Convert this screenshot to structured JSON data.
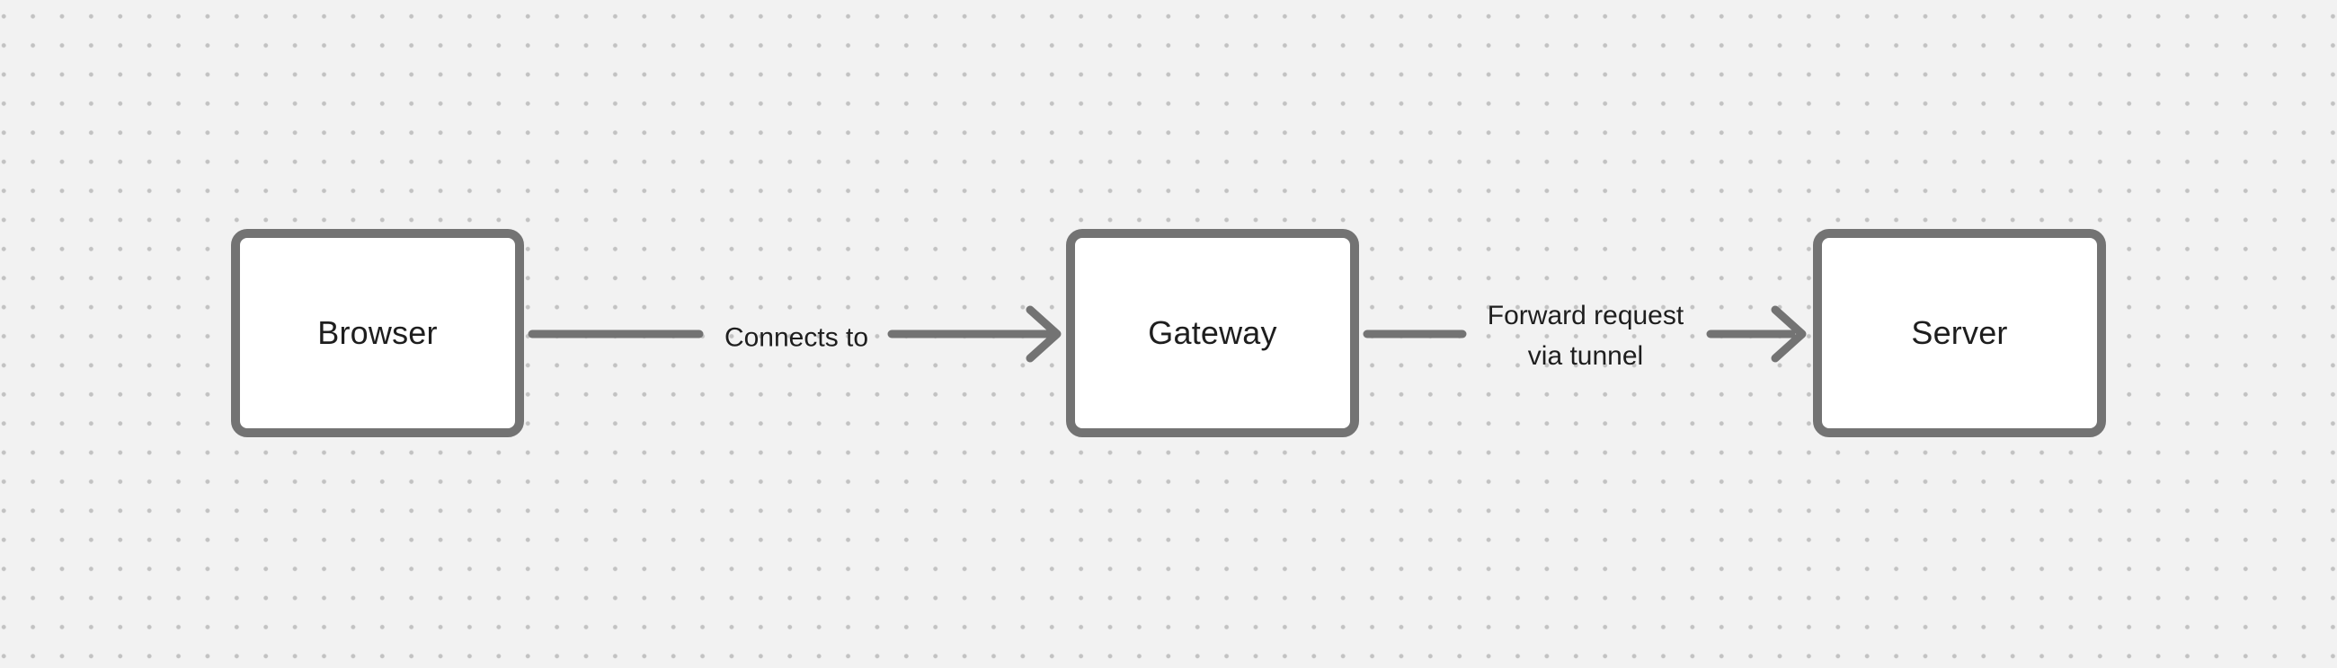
{
  "theme": {
    "canvas_bg": "#f2f2f2",
    "dot_color": "#c2c2c2",
    "stroke_color": "#737373",
    "node_fill": "#ffffff",
    "text_color": "#1e1e1e"
  },
  "diagram": {
    "nodes": [
      {
        "id": "browser",
        "label": "Browser"
      },
      {
        "id": "gateway",
        "label": "Gateway"
      },
      {
        "id": "server",
        "label": "Server"
      }
    ],
    "edges": [
      {
        "id": "edge-1",
        "from": "browser",
        "to": "gateway",
        "label": "Connects to"
      },
      {
        "id": "edge-2",
        "from": "gateway",
        "to": "server",
        "label": "Forward request via tunnel"
      }
    ]
  }
}
